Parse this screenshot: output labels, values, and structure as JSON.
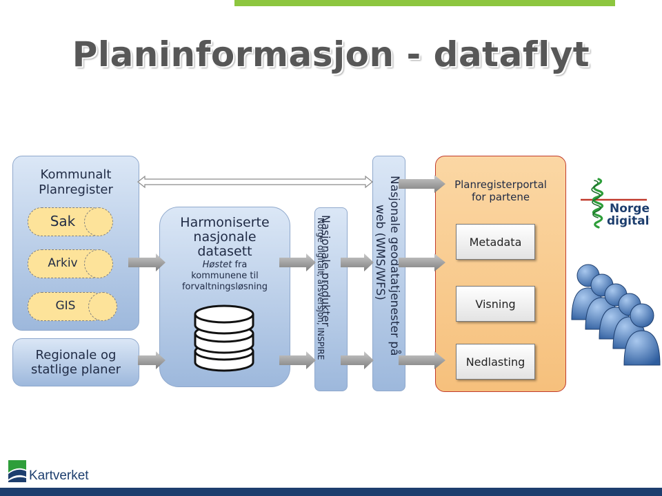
{
  "title": "Planinformasjon - dataflyt",
  "left_panel": {
    "title_line1": "Kommunalt",
    "title_line2": "Planregister",
    "items": [
      "Sak",
      "Arkiv",
      "GIS"
    ]
  },
  "regional": {
    "line1": "Regionale og",
    "line2": "statlige planer"
  },
  "harmonised": {
    "line1": "Harmoniserte",
    "line2": "nasjonale",
    "line3": "datasett",
    "sub_italic": "Høstet",
    "sub_rest": " fra",
    "sub2": "kommunene til",
    "sub3": "forvaltningsløsning"
  },
  "national_products": {
    "line1": "Nasjonale produkter",
    "line2": "Norge digitalt, årsversjon, INSPIRE"
  },
  "geoservices": {
    "line1": "Nasjonale geodatatjenester på",
    "line2": "web (WMS/WFS)"
  },
  "portal": {
    "line1": "Planregisterportal",
    "line2": "for partene",
    "buttons": [
      "Metadata",
      "Visning",
      "Nedlasting"
    ]
  },
  "logos": {
    "norge_line1": "Norge",
    "norge_line2": "digitalt",
    "kartverket": "Kartverket"
  },
  "colors": {
    "panel_blue": "#9db8dc",
    "pill_yellow": "#fde39a",
    "portal_orange": "#f7c98b",
    "portal_border": "#c0392b",
    "green_bar": "#8dc63f",
    "footer_blue": "#1d3e6e"
  }
}
